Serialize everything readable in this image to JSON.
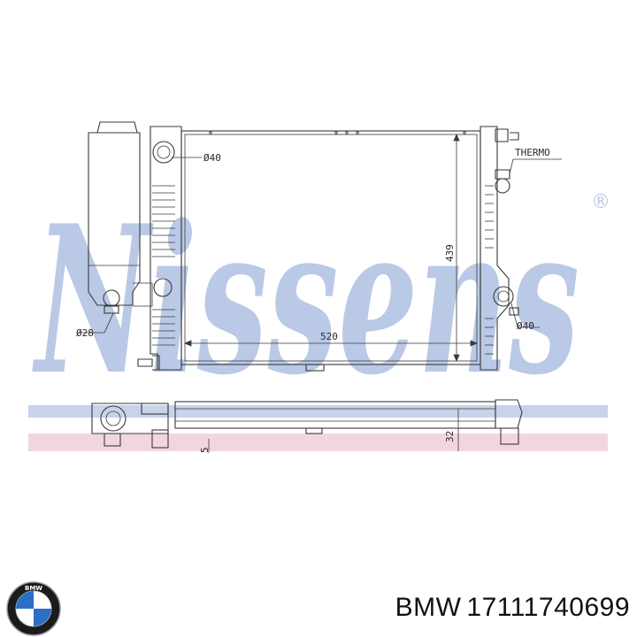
{
  "watermark": {
    "text": "Nissens",
    "mark": "®",
    "color": "#b9c9e6",
    "stripe_blue": "#c7d3ea",
    "stripe_pink": "#f2d6df"
  },
  "drawing": {
    "labels": {
      "thermo": "THERMO",
      "inlet_dia": "Ø40",
      "outlet_dia": "Ø40",
      "tank_dia": "Ø28",
      "width": "520",
      "height": "439",
      "depth": "32",
      "cut_dim": "5"
    }
  },
  "footer": {
    "brand": "BMW",
    "part_number": "17111740699",
    "logo_letters": "BMW",
    "logo_colors": {
      "ring": "#1b1b1b",
      "blue": "#2a6fc4",
      "white": "#ffffff"
    }
  }
}
